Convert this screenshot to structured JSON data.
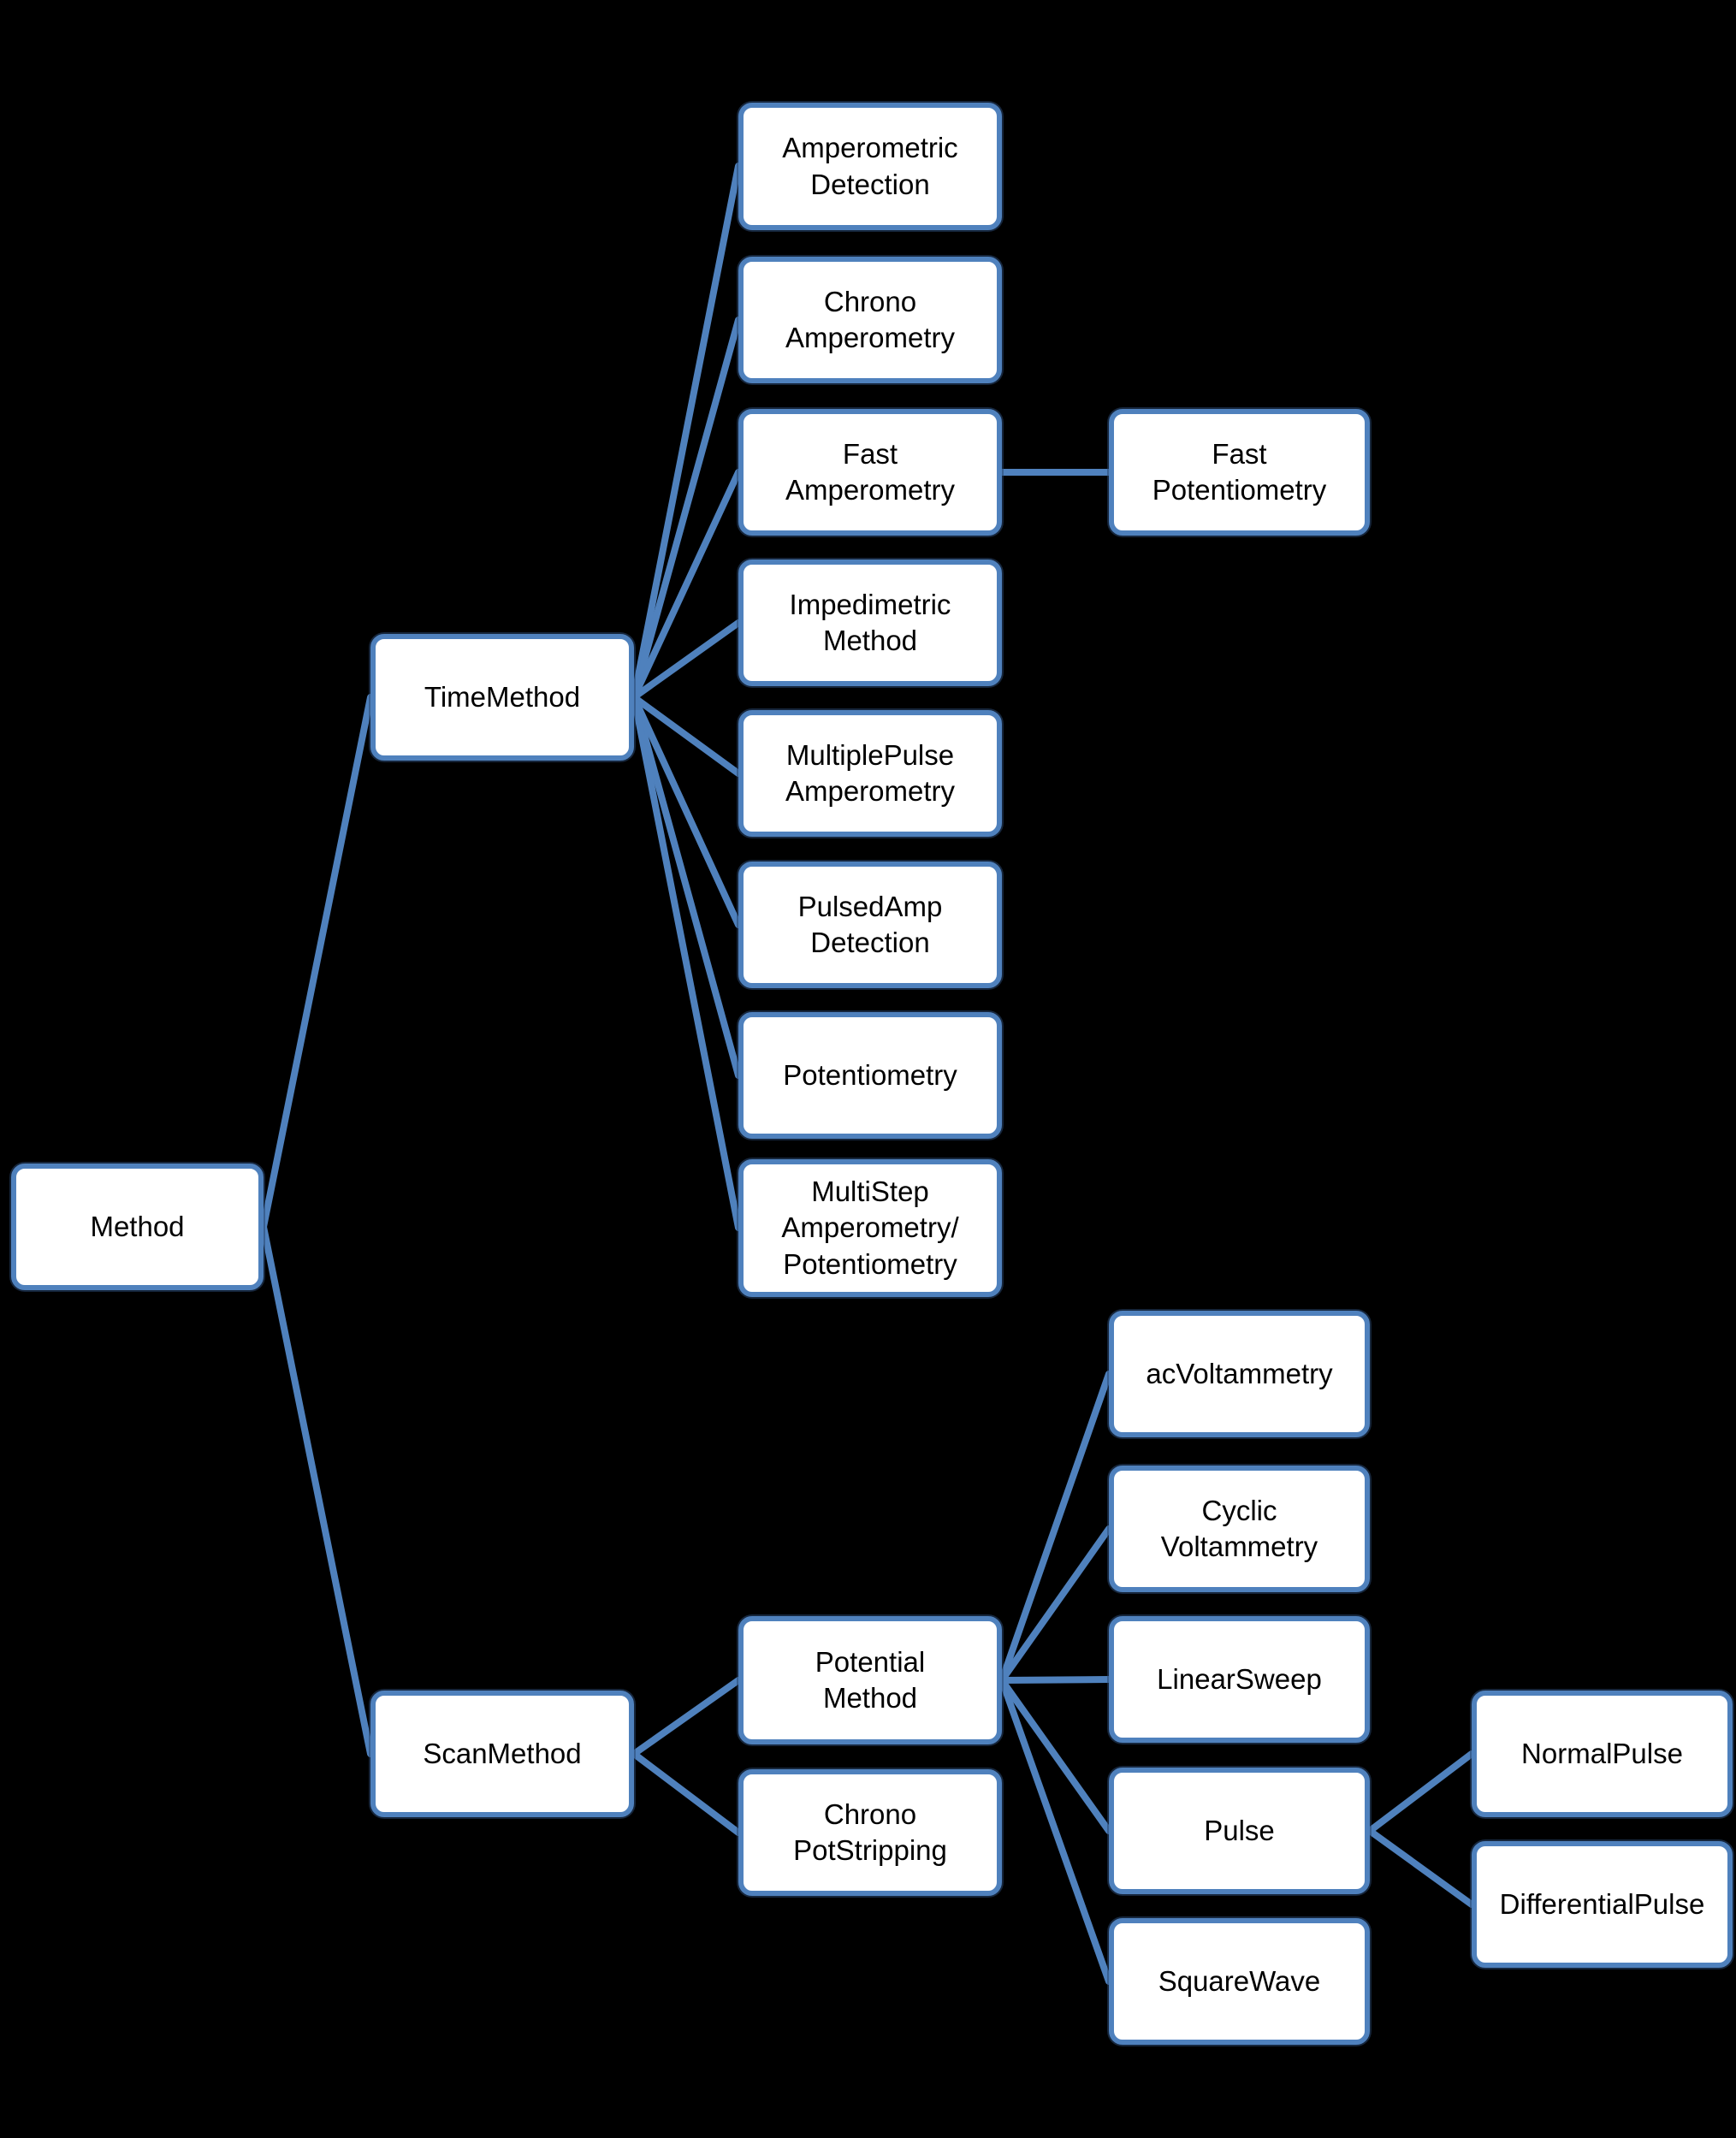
{
  "diagram": {
    "type": "hierarchy-tree",
    "colors": {
      "background": "#000000",
      "node_fill": "#ffffff",
      "node_border": "#4f81bd",
      "connector": "#4f81bd",
      "text": "#000000"
    },
    "nodes": [
      {
        "id": "method",
        "label": "Method"
      },
      {
        "id": "timemethod",
        "label": "TimeMethod"
      },
      {
        "id": "scanmethod",
        "label": "ScanMethod"
      },
      {
        "id": "amperometric_detection",
        "label": "Amperometric\nDetection"
      },
      {
        "id": "chrono_amperometry",
        "label": "Chrono\nAmperometry"
      },
      {
        "id": "fast_amperometry",
        "label": "Fast\nAmperometry"
      },
      {
        "id": "fast_potentiometry",
        "label": "Fast\nPotentiometry"
      },
      {
        "id": "impedimetric_method",
        "label": "Impedimetric\nMethod"
      },
      {
        "id": "multiplepulse_amperometry",
        "label": "MultiplePulse\nAmperometry"
      },
      {
        "id": "pulsedamp_detection",
        "label": "PulsedAmp\nDetection"
      },
      {
        "id": "potentiometry",
        "label": "Potentiometry"
      },
      {
        "id": "multistep_amp_pot",
        "label": "MultiStep\nAmperometry/\nPotentiometry"
      },
      {
        "id": "potential_method",
        "label": "Potential\nMethod"
      },
      {
        "id": "chrono_potstripping",
        "label": "Chrono\nPotStripping"
      },
      {
        "id": "acvoltammetry",
        "label": "acVoltammetry"
      },
      {
        "id": "cyclic_voltammetry",
        "label": "Cyclic\nVoltammetry"
      },
      {
        "id": "linearsweep",
        "label": "LinearSweep"
      },
      {
        "id": "pulse",
        "label": "Pulse"
      },
      {
        "id": "squarewave",
        "label": "SquareWave"
      },
      {
        "id": "normalpulse",
        "label": "NormalPulse"
      },
      {
        "id": "differentialpulse",
        "label": "DifferentialPulse"
      }
    ],
    "edges": [
      {
        "from": "method",
        "to": "timemethod"
      },
      {
        "from": "method",
        "to": "scanmethod"
      },
      {
        "from": "timemethod",
        "to": "amperometric_detection"
      },
      {
        "from": "timemethod",
        "to": "chrono_amperometry"
      },
      {
        "from": "timemethod",
        "to": "fast_amperometry"
      },
      {
        "from": "timemethod",
        "to": "impedimetric_method"
      },
      {
        "from": "timemethod",
        "to": "multiplepulse_amperometry"
      },
      {
        "from": "timemethod",
        "to": "pulsedamp_detection"
      },
      {
        "from": "timemethod",
        "to": "potentiometry"
      },
      {
        "from": "timemethod",
        "to": "multistep_amp_pot"
      },
      {
        "from": "fast_amperometry",
        "to": "fast_potentiometry"
      },
      {
        "from": "scanmethod",
        "to": "potential_method"
      },
      {
        "from": "scanmethod",
        "to": "chrono_potstripping"
      },
      {
        "from": "potential_method",
        "to": "acvoltammetry"
      },
      {
        "from": "potential_method",
        "to": "cyclic_voltammetry"
      },
      {
        "from": "potential_method",
        "to": "linearsweep"
      },
      {
        "from": "potential_method",
        "to": "pulse"
      },
      {
        "from": "potential_method",
        "to": "squarewave"
      },
      {
        "from": "pulse",
        "to": "normalpulse"
      },
      {
        "from": "pulse",
        "to": "differentialpulse"
      }
    ]
  }
}
